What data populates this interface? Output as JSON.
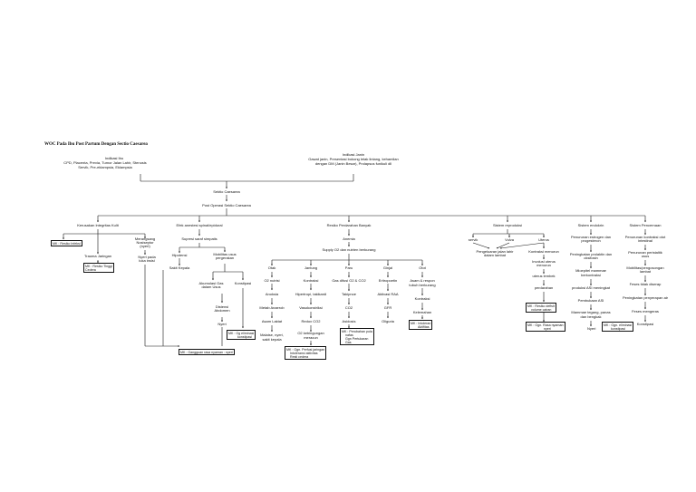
{
  "title": "WOC Pada Ibu Post Partum Dengan Sectio Caesarea",
  "top": {
    "left_line1": "Indikasi Ibu",
    "left_line2": "CPD, Placenta, Previa, Tumor Jalan Lahir, Stenosis",
    "left_line3": "Servik, Pre-eklampsia, Eklampsia",
    "right_line1": "Indikasi Janin",
    "right_line2": "Gawat janin, Presentasi bokong letak lintang, kehamilan",
    "right_line3": "dengan DM (Janin Besar), Prolapsus funikuli dll",
    "sc": "Sektio Caesarea",
    "post_op": "Post Operasi Sektio Caesarea"
  },
  "branch1": {
    "head": "Kerusakan Integritas Kulit",
    "box_risk": "MK : Resiko Infeksi",
    "trauma": "Trauma Jaringan",
    "box_injury": "MK : Resiko Tinggi Cedera",
    "receptor1": "Merangsang",
    "receptor2": "Nosiseptor",
    "receptor3": "(nyeri)",
    "pain1": "Nyeri pada",
    "pain2": "luka insisi"
  },
  "branch2": {
    "head": "Efek anestesi spinal/epidural",
    "supresi": "Supresi saraf simpatis",
    "hipotensi": "Hipotensi",
    "sakit": "Sakit Kepala",
    "mobil1": "Mobilitas usus",
    "mobil2": "pergerakan",
    "akum1": "Akumulasi Gas",
    "akum2": "dalam Usus",
    "konst": "Konstipasi",
    "dist1": "Distensi",
    "dist2": "Abdomen",
    "nyeri": "Nyeri",
    "box_elim1": "MK : Gg eliminasi",
    "box_elim2": "konstipasi",
    "box_comfort": "MK : Gangguan rasa nyaman : nyeri"
  },
  "branch3": {
    "head": "Resiko Perdarahan Banyak",
    "anemia": "Anemia",
    "supply": "Supply O2 dan nutrien berkurang",
    "cols": {
      "otak": "Otak",
      "jantung": "Jantung",
      "paru": "Paru",
      "ginjal": "Ginjal",
      "otot": "Otot"
    },
    "otak_steps": [
      "O2 nutrisi",
      "Anoksia",
      "Metab Anaerob",
      "Asam Laktat",
      "Malaise, nyeri,",
      "sakit kepala"
    ],
    "jantung_steps": [
      "Kontraksi",
      "Hipertropi, takikardi",
      "Vasokonstriksi",
      "Redox CO2",
      "O2 kebingungan",
      "meracun"
    ],
    "paru_steps": [
      "Gas difusi O2 & CO2",
      "Takipnoe",
      "CO2",
      "Asidosis"
    ],
    "ginjal_steps": [
      "Eritropoetin",
      "Aktivasi RAA",
      "GFR",
      "Oliguria"
    ],
    "otot_steps": [
      "Asam & respon",
      "tubuh berkurang",
      "Kontraksi",
      "Kelemahan"
    ],
    "box_perf1": "MK : Ggn. Perfusi jaringan",
    "box_perf2": "Intoleransi aktivitas",
    "box_perf3": "Resti cedera",
    "box_nutr1": "MK : Perubahan pola",
    "box_nutr2": "nafas",
    "box_nutr3": "Ggn Pertukaran",
    "box_nutr4": "Gas",
    "box_act1": "MK : Intoleran",
    "box_act2": "Aktifitas"
  },
  "branch4": {
    "head": "Sistem reproduksi",
    "serviks": "servik",
    "vulva": "Vulva",
    "uterus": "Uterus",
    "pengeluaran1": "Pengeluaran jalan lahir",
    "pengeluaran2": "dalam lambat",
    "kontraksi": "Kontraksi menurun",
    "involusi1": "Involusi uterus",
    "involusi2": "menurun",
    "atoni": "uterus lembek",
    "perdarahan": "perdarahan",
    "box_vol1": "MK : Resiko defisit",
    "box_vol2": "volume cairan",
    "box_nyeri1": "MK : Ggn. Rasa nyaman:",
    "box_nyeri2": "nyeri"
  },
  "branch5": {
    "head": "Sistem endokrin",
    "s1": "Penurunan estrogen dan",
    "s2": "progesteron",
    "s3": "Peningkatan prolaktin dan",
    "s4": "oksitosin",
    "s5": "Mioepitel mammae",
    "s6": "berkontraksi",
    "s7": "produksi ASI meningkat",
    "s8": "Pembukaan ASI",
    "s9": "Mammae tegang, panas",
    "s10": "dan bengkak",
    "nyeri": "Nyeri",
    "box1": "MK : Ggn. eliminasi",
    "box2": "konstipasi"
  },
  "branch6": {
    "head": "Sistem Pencernaan",
    "s1": "Penurunan kontraksi otot",
    "s2": "intestinal",
    "s3": "Penurunan peristaltik",
    "s4": "usus",
    "s5": "Mobilitas/pengosongan",
    "s6": "lambat",
    "s7": "Feses tidak diserap",
    "s8": "Peningkatan penyerapan air",
    "s9": "Feses mengeras",
    "s10": "Konstipasi"
  }
}
